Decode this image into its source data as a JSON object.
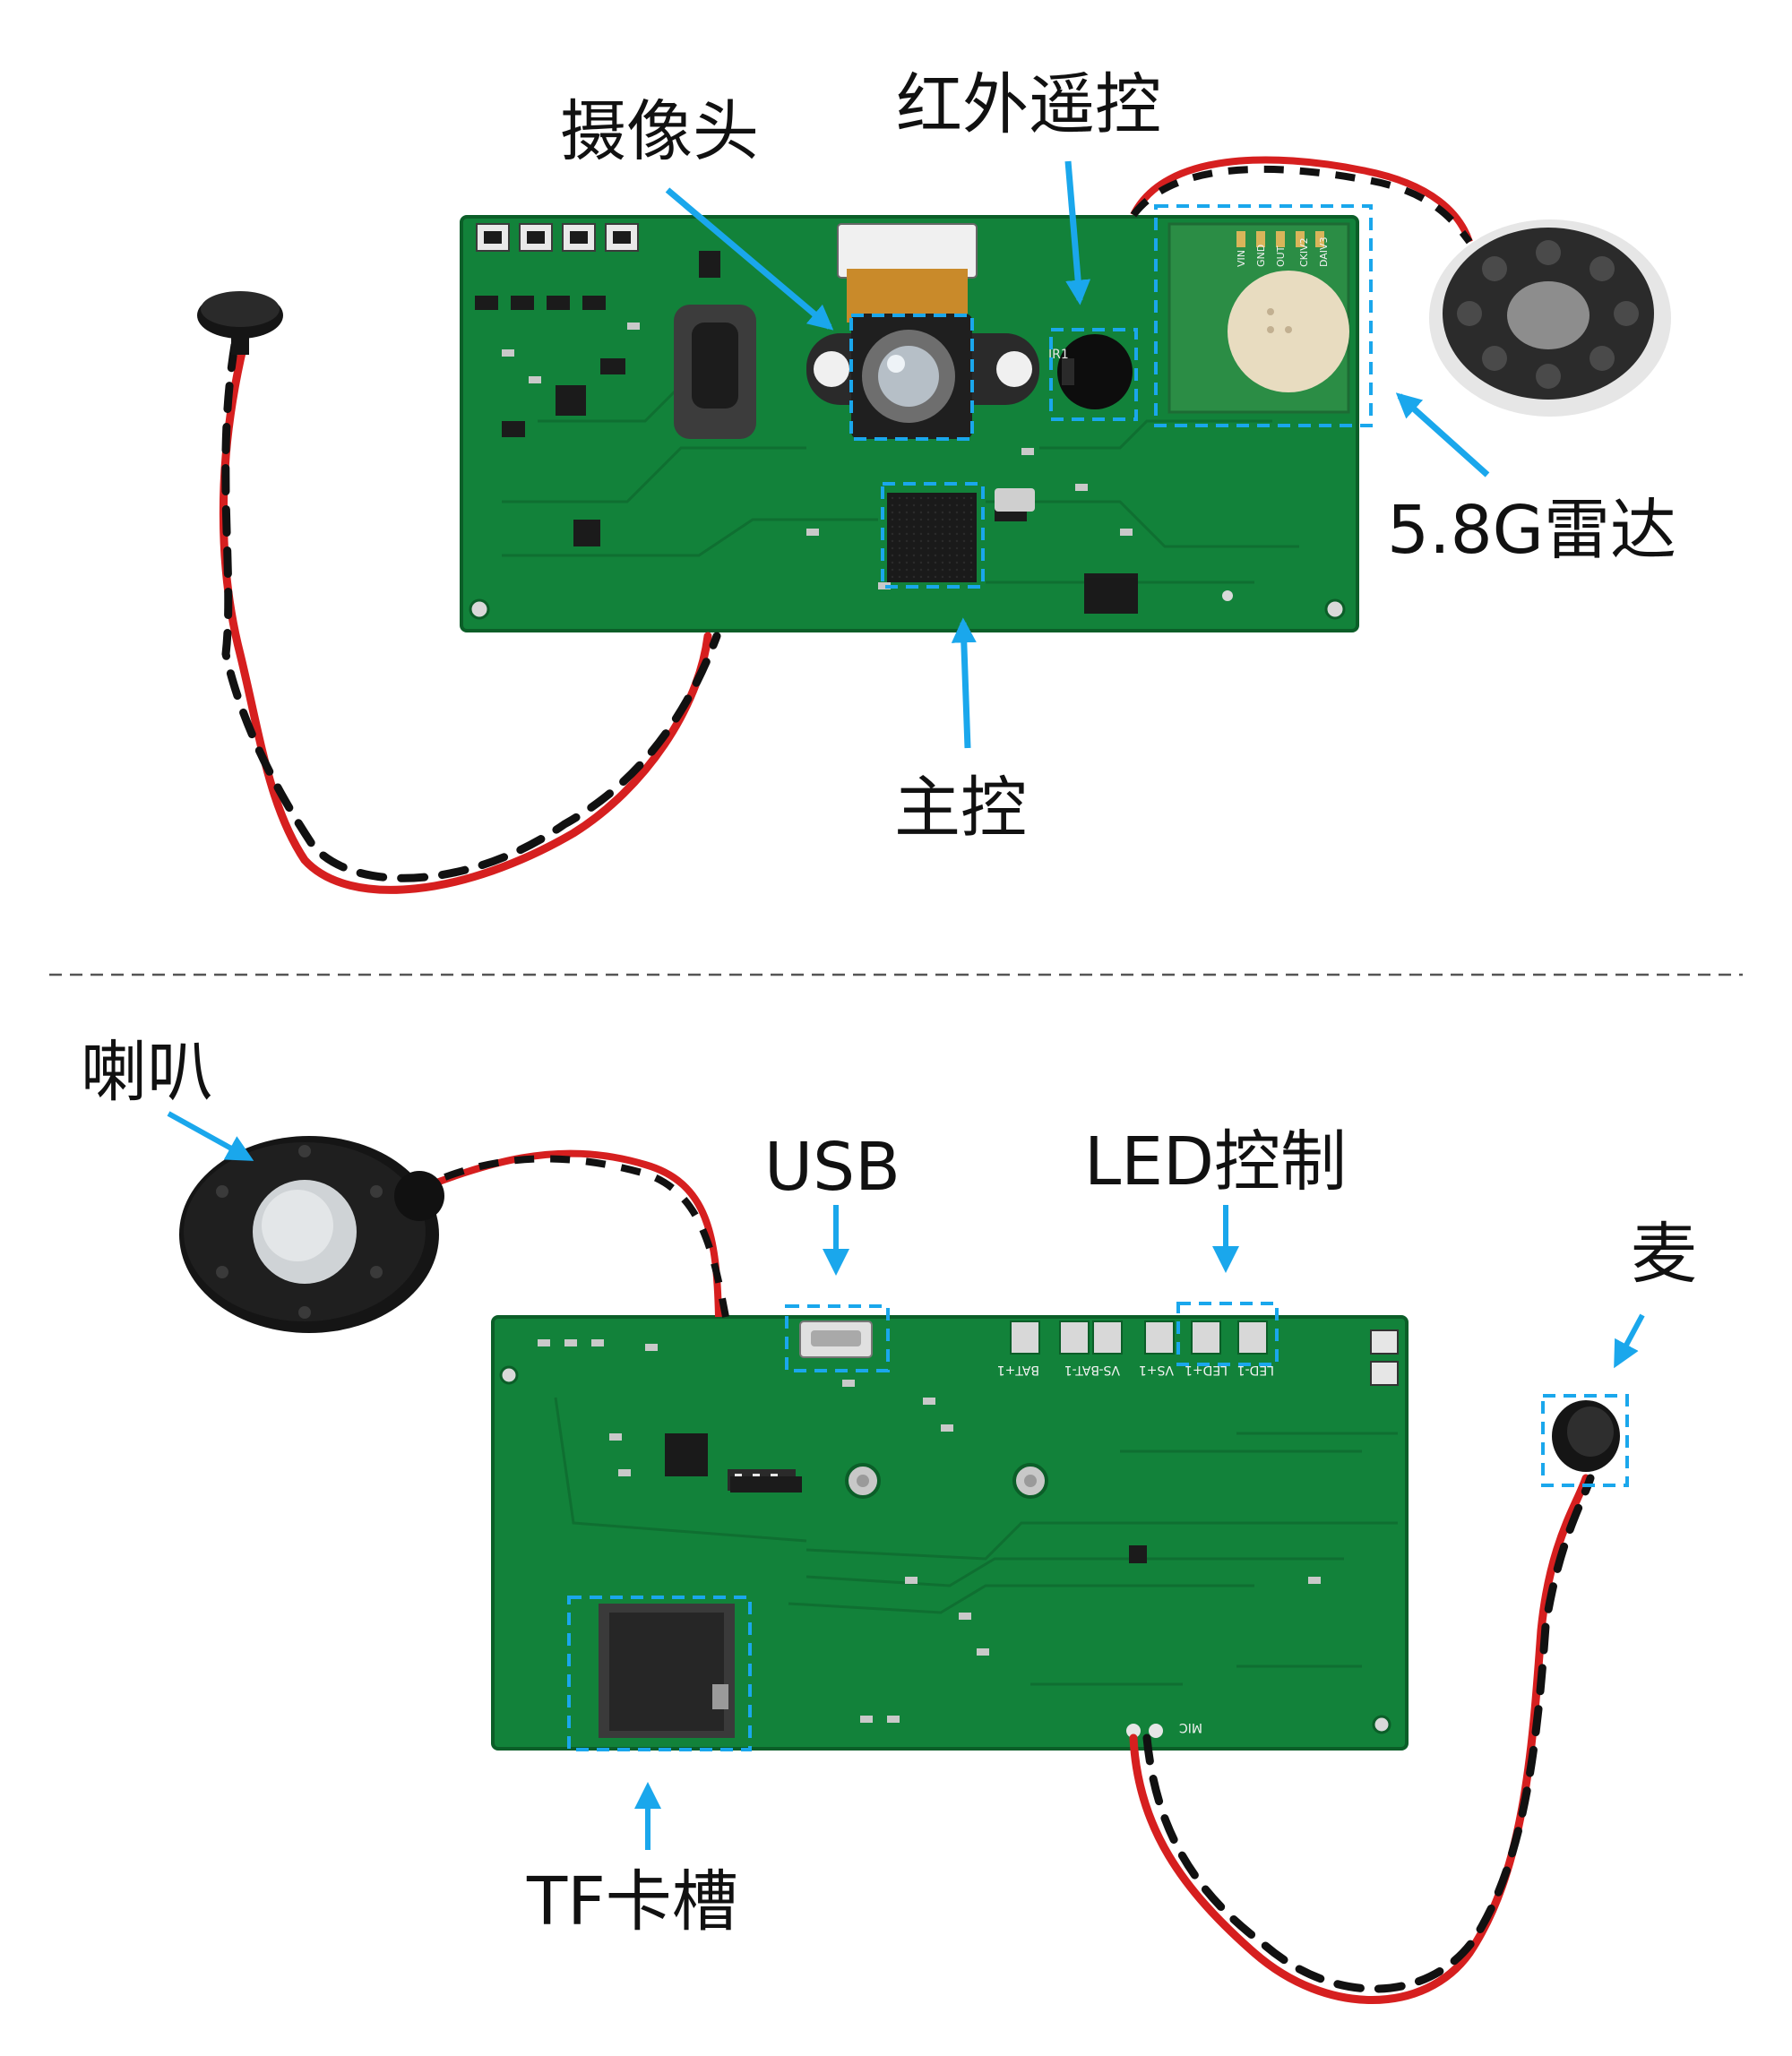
{
  "colors": {
    "callout": "#1aa7ec",
    "pcb": "#12823a",
    "pcb_dark": "#0b5e28",
    "wire_red": "#d61f1f",
    "wire_black": "#111111"
  },
  "top_board": {
    "labels": {
      "camera": "摄像头",
      "ir_remote": "红外遥控",
      "radar": "5.8G雷达",
      "main_control": "主控"
    },
    "silkscreen": {
      "ir": "IR1",
      "radar_pins": [
        "VIN",
        "GND",
        "OUT",
        "CKIV2",
        "DAIV3"
      ]
    }
  },
  "bottom_board": {
    "labels": {
      "speaker": "喇叭",
      "usb": "USB",
      "led_control": "LED控制",
      "mic": "麦",
      "tf_slot": "TF卡槽"
    },
    "silkscreen": {
      "pads": [
        "BAT+1",
        "VS-BAT-1",
        "VS+1",
        "LED+1",
        "LED-1"
      ],
      "mic": "MIC"
    }
  }
}
